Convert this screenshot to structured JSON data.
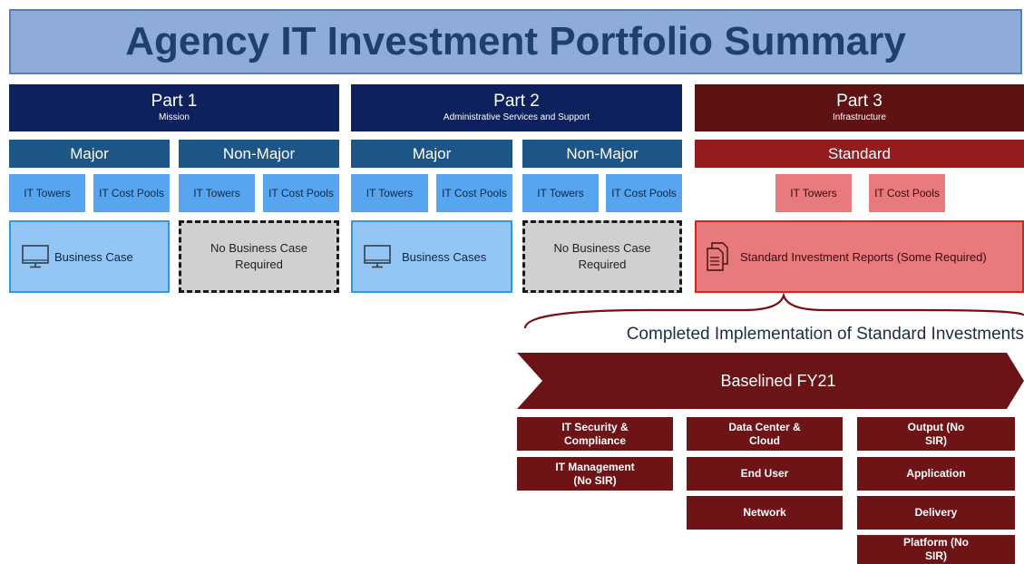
{
  "title": "Agency IT Investment Portfolio Summary",
  "parts": [
    {
      "name": "Part 1",
      "subtitle": "Mission"
    },
    {
      "name": "Part 2",
      "subtitle": "Administrative Services and Support"
    },
    {
      "name": "Part 3",
      "subtitle": "Infrastructure"
    }
  ],
  "tiers": {
    "major": "Major",
    "non_major": "Non-Major",
    "standard": "Standard"
  },
  "cells": {
    "it_towers": "IT Towers",
    "it_cost_pools": "IT Cost Pools"
  },
  "cases": {
    "business_case": "Business Case",
    "business_cases": "Business Cases",
    "no_business_case": "No Business Case Required",
    "standard_reports": "Standard Investment Reports (Some Required)"
  },
  "completed_label": "Completed Implementation of Standard Investments",
  "baseline_label": "Baselined FY21",
  "categories": {
    "col1": [
      "IT Security & Compliance",
      "IT Management (No SIR)"
    ],
    "col2": [
      "Data Center & Cloud",
      "End User",
      "Network"
    ],
    "col3": [
      "Output (No SIR)",
      "Application",
      "Delivery",
      "Platform (No SIR)"
    ]
  },
  "colors": {
    "title_bg": "#8fabd8",
    "title_text": "#1f3f6e",
    "navy": "#0d215f",
    "maroon": "#5f1214",
    "major_bar": "#1d5587",
    "standard_bar": "#941c1f",
    "light_blue": "#56a5ee",
    "pink": "#e8797d",
    "category": "#6e1417"
  },
  "icons": {
    "monitor": "monitor-icon",
    "documents": "documents-icon"
  }
}
